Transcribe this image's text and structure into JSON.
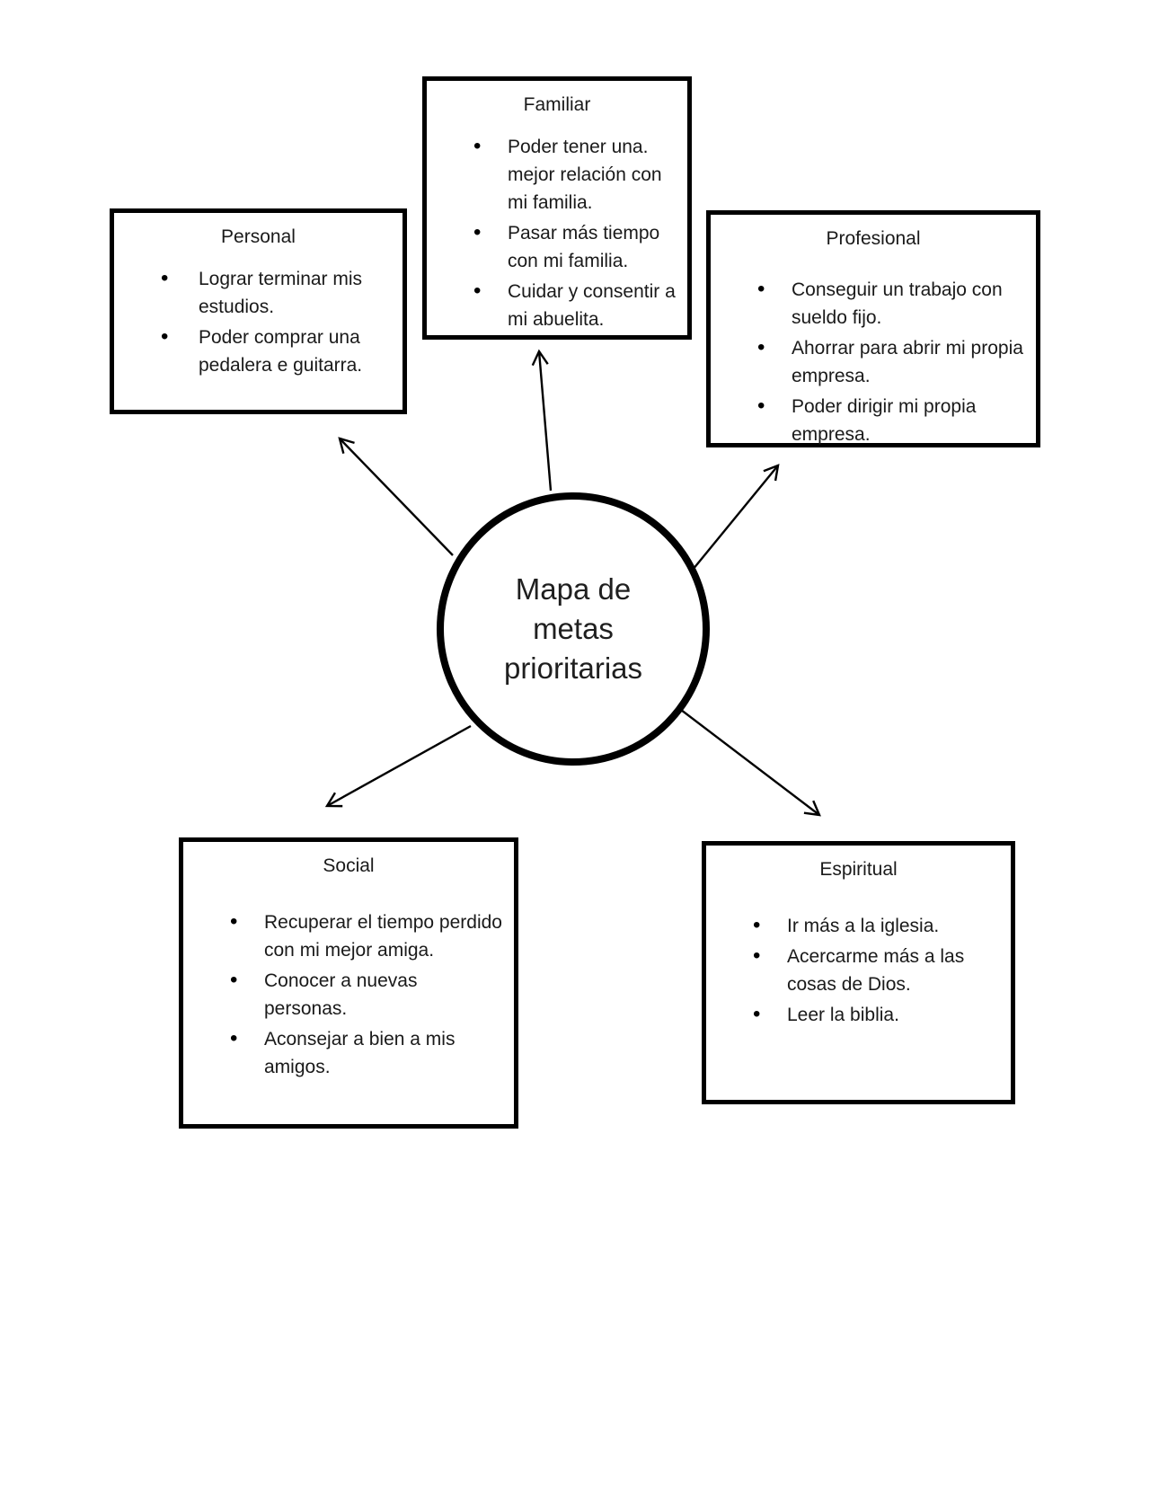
{
  "title": "Mapa de metas prioritarias",
  "center": {
    "lines": [
      "Mapa de",
      "metas",
      "prioritarias"
    ]
  },
  "boxes": {
    "familiar": {
      "title": "Familiar",
      "items": [
        "Poder tener una. mejor relación con mi familia.",
        "Pasar más tiempo con mi familia.",
        "Cuidar y consentir a mi abuelita."
      ]
    },
    "personal": {
      "title": "Personal",
      "items": [
        "Lograr terminar mis estudios.",
        "Poder comprar una pedalera e guitarra."
      ]
    },
    "profesional": {
      "title": "Profesional",
      "items": [
        "Conseguir un trabajo con sueldo fijo.",
        "Ahorrar para abrir mi propia empresa.",
        "Poder dirigir mi propia empresa."
      ]
    },
    "social": {
      "title": "Social",
      "items": [
        "Recuperar el tiempo perdido con mi mejor amiga.",
        "Conocer a nuevas personas.",
        "Aconsejar a bien a mis amigos."
      ]
    },
    "espiritual": {
      "title": "Espiritual",
      "items": [
        "Ir más a la iglesia.",
        "Acercarme más a las cosas de Dios.",
        "Leer la biblia."
      ]
    }
  },
  "connections": [
    {
      "from": "center",
      "to": "familiar"
    },
    {
      "from": "center",
      "to": "personal"
    },
    {
      "from": "center",
      "to": "profesional"
    },
    {
      "from": "center",
      "to": "social"
    },
    {
      "from": "center",
      "to": "espiritual"
    }
  ],
  "colors": {
    "ink": "#000000",
    "text": "#1a1a1a",
    "background": "#ffffff"
  }
}
